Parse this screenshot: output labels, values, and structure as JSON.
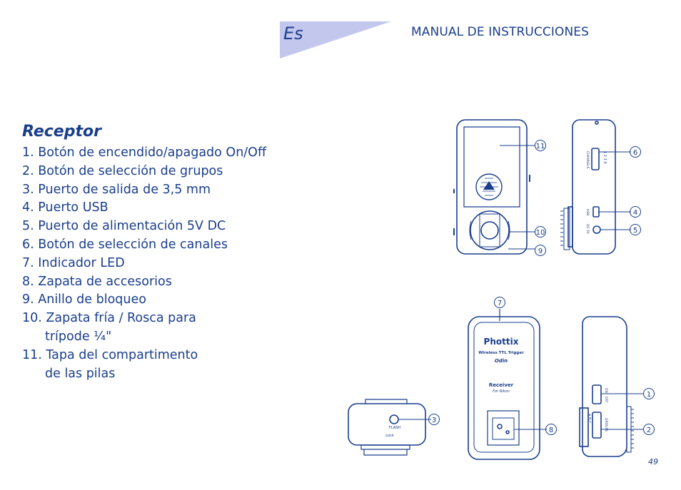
{
  "header": {
    "language_code": "Es",
    "manual_title": "MANUAL DE INSTRUCCIONES"
  },
  "section": {
    "title": "Receptor",
    "items": [
      "1. Botón de encendido/apagado On/Off",
      "2. Botón de selección de grupos",
      "3. Puerto de salida de 3,5 mm",
      "4. Puerto USB",
      "5. Puerto de alimentación 5V DC",
      "6. Botón de selección de canales",
      "7. Indicador LED",
      "8. Zapata de accesorios",
      "9. Anillo de bloqueo",
      "10. Zapata fría / Rosca para",
      "trípode ¼\"",
      "11. Tapa del compartimento",
      "de las pilas"
    ]
  },
  "figures": {
    "callouts": [
      "11",
      "10",
      "9",
      "6",
      "4",
      "5",
      "7",
      "1",
      "2",
      "3",
      "8"
    ],
    "device_brand": "Phottix",
    "device_line1": "Wireless TTL Trigger",
    "device_line2": "Odin",
    "device_line3": "Receiver",
    "device_line4": "For Nikon",
    "top_view_flash": "FLASH",
    "top_view_lock": "Lock",
    "side_labels": {
      "channels": "CHANNELS",
      "channel_numbers": "1 2 3 4",
      "usb": "USB",
      "dc": "DC 5V",
      "on": "ON",
      "off": "OFF",
      "groups": "GROUPS",
      "group_letters": "A B C"
    }
  },
  "footer": {
    "page_number": "49"
  },
  "colors": {
    "text": "#1a3e8c",
    "banner_light": "#ffffff",
    "banner_dark": "#b8bde8",
    "line": "#1a3e8c"
  }
}
